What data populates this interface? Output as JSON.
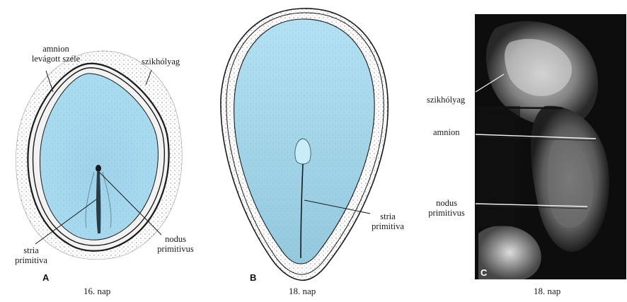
{
  "panel_a": {
    "letter": "A",
    "day": "16. nap",
    "labels": {
      "amnion_line1": "amnion",
      "amnion_line2": "levágott széle",
      "yolk_sac": "szikhólyag",
      "stria_line1": "stria",
      "stria_line2": "primitiva",
      "nodus_line1": "nodus",
      "nodus_line2": "primitivus"
    }
  },
  "panel_b": {
    "letter": "B",
    "day": "18. nap",
    "labels": {
      "stria_line1": "stria",
      "stria_line2": "primitiva"
    }
  },
  "panel_c": {
    "letter": "C",
    "day": "18. nap",
    "labels": {
      "yolk_sac": "szikhólyag",
      "amnion": "amnion",
      "nodus_line1": "nodus",
      "nodus_line2": "primitivus"
    }
  },
  "colors": {
    "embryo_fill": "#aadcf0",
    "outline": "#1a1a1a",
    "photo_background": "#0d0d0d"
  }
}
